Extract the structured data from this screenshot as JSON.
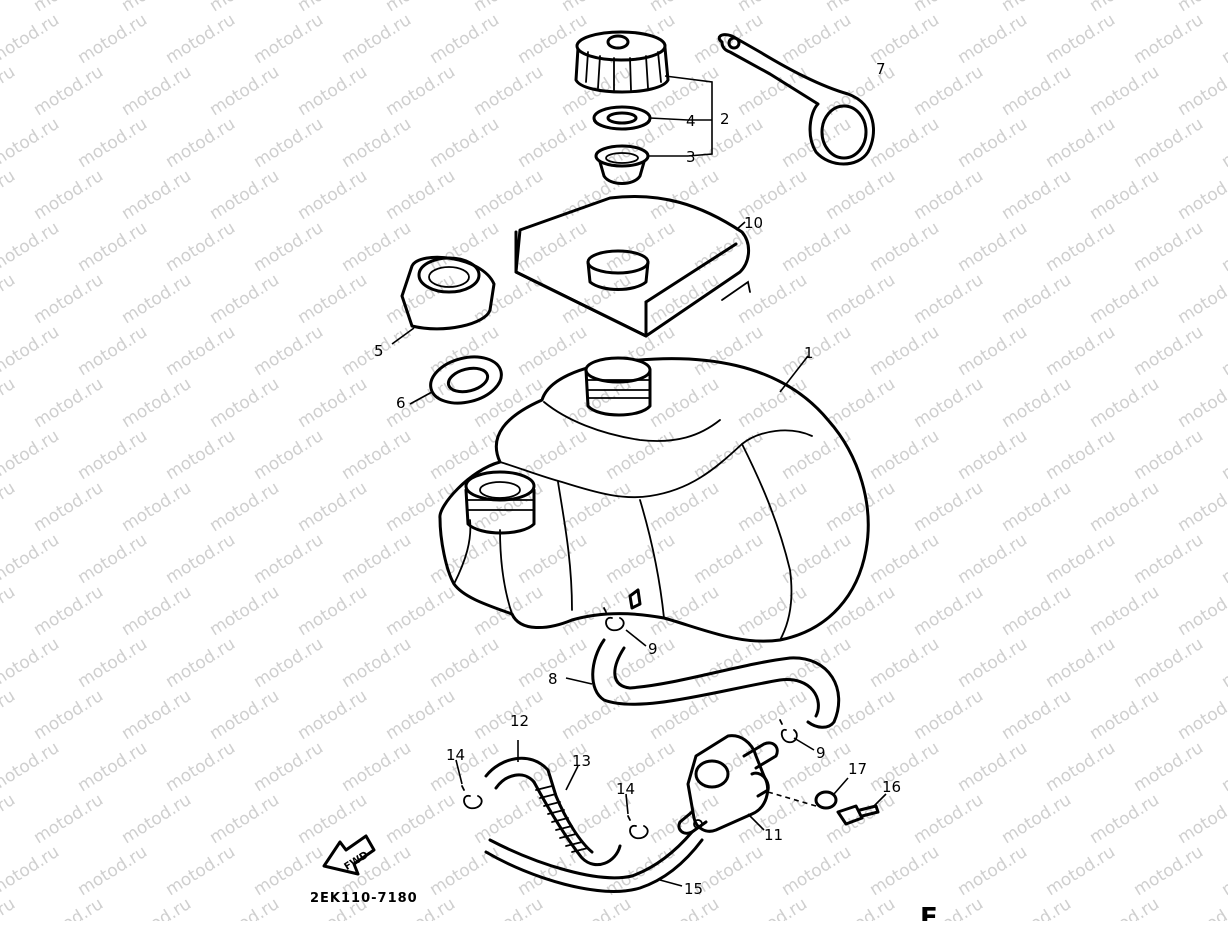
{
  "watermark": {
    "text": "motod.ru"
  },
  "diagram_code": "2EK110-7180",
  "page_mark": "E",
  "fwd_label": "FWD",
  "callouts": {
    "c1": "1",
    "c2": "2",
    "c3": "3",
    "c4": "4",
    "c5": "5",
    "c6": "6",
    "c7": "7",
    "c8": "8",
    "c9a": "9",
    "c9b": "9",
    "c10": "10",
    "c11": "11",
    "c12": "12",
    "c13": "13",
    "c14a": "14",
    "c14b": "14",
    "c15": "15",
    "c16": "16",
    "c17": "17"
  }
}
